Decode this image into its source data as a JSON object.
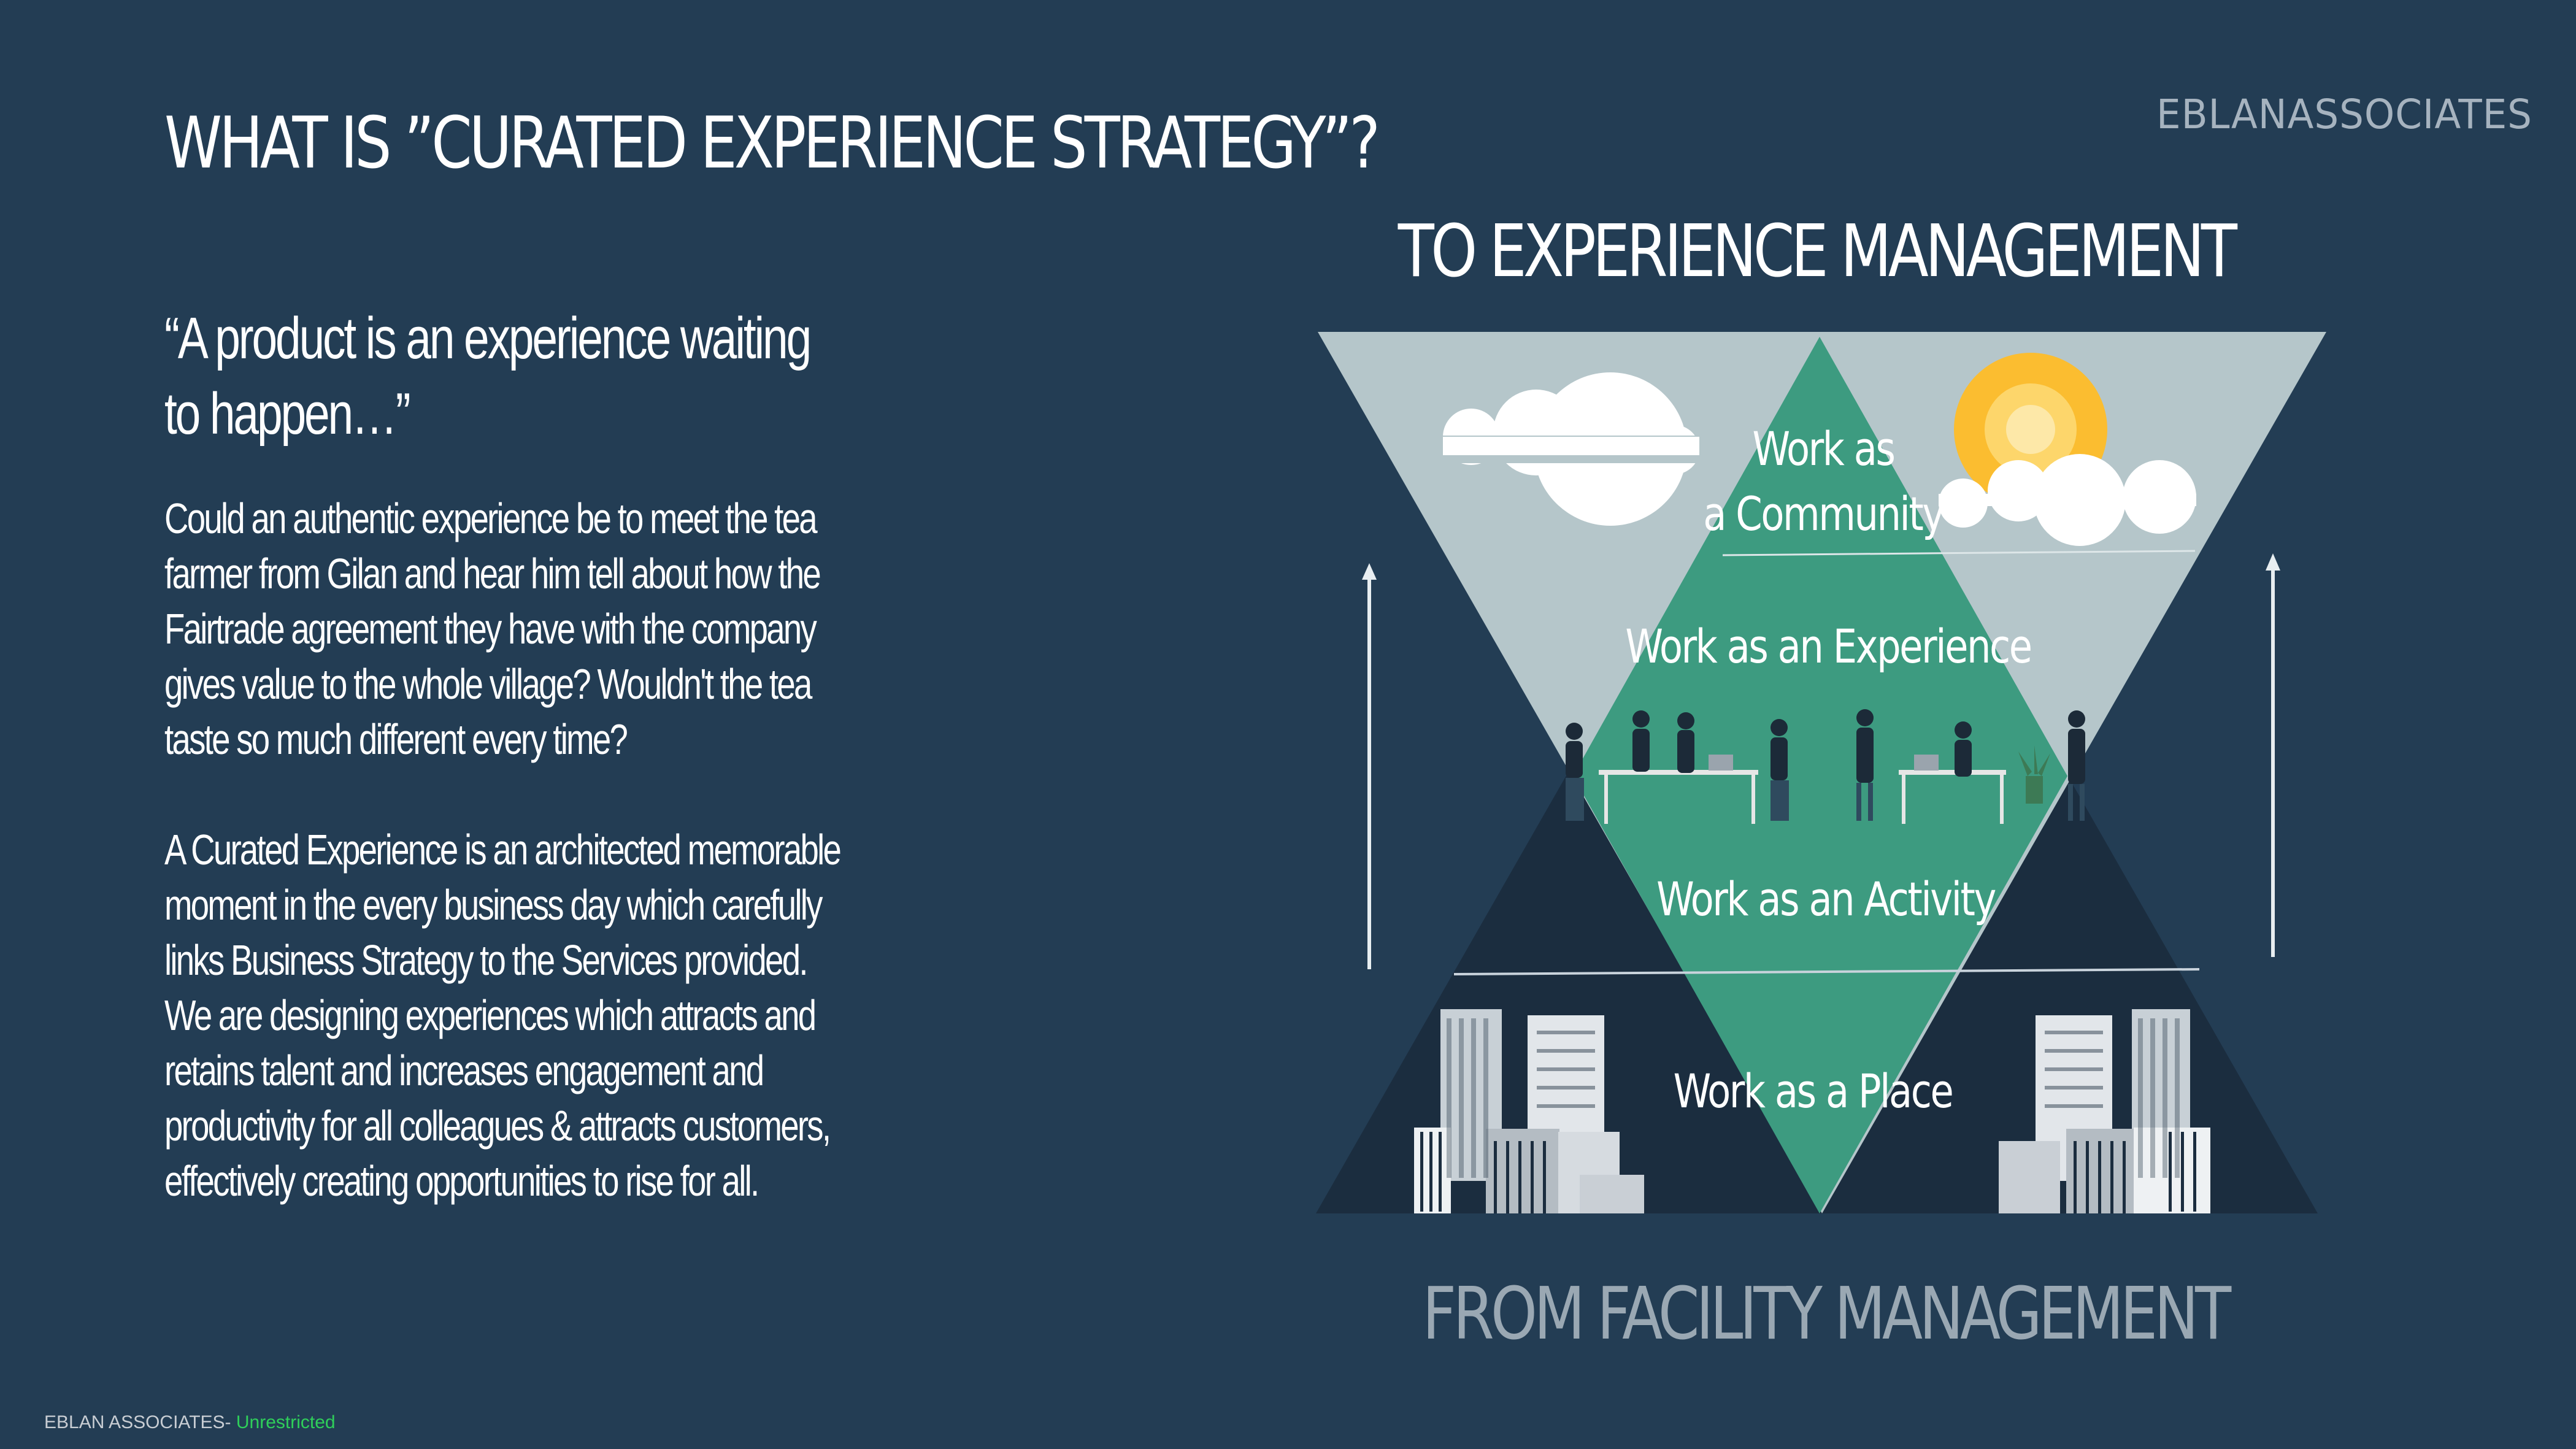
{
  "title": "WHAT IS ”CURATED EXPERIENCE STRATEGY”?",
  "logo": "EBLANASSOCIATES",
  "quote": "“A product is an experience waiting to happen…”",
  "paragraphs": [
    [
      "Could an authentic experience be to meet the tea farmer from Gilan and hear him tell about how the Fairtrade agreement they have with the company gives value to the whole village? Wouldn't the tea taste so much different every time?"
    ],
    [
      "A Curated Experience is an architected memorable moment in the every business day which carefully links Business Strategy to the Services provided.",
      "We are designing experiences which attracts and retains talent and increases engagement and productivity for all colleagues & attracts customers, effectively creating opportunities to rise for all."
    ]
  ],
  "diagram": {
    "top_label": "TO EXPERIENCE MANAGEMENT",
    "bottom_label": "FROM FACILITY MANAGEMENT",
    "levels": {
      "community_line1": "Work as",
      "community_line2": "a Community",
      "experience": "Work as an Experience",
      "activity": "Work as an Activity",
      "place": "Work as a Place"
    }
  },
  "footer": {
    "owner": "EBLAN ASSOCIATES- ",
    "classification": "Unrestricted"
  },
  "colors": {
    "background": "#233d54",
    "inverted_triangle": "#b5c6ca",
    "pyramid": "#1b2d3f",
    "diamond": "#3d9b80",
    "sun": "#fbbd30",
    "bottom_label": "#9aa8b3"
  }
}
